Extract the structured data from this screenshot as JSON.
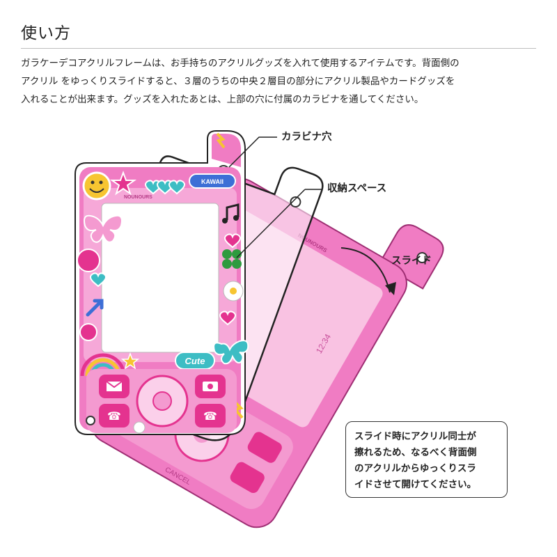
{
  "heading": "使い方",
  "description": {
    "line1": "ガラケーデコアクリルフレームは、お手持ちのアクリルグッズを入れて使用するアイテムです。背面側の",
    "line2": "アクリル をゆっくりスライドすると、３層のうちの中央２層目の部分にアクリル製品やカードグッズを",
    "line3": "入れることが出来ます。グッズを入れたあとは、上部の穴に付属のカラビナを通してください。"
  },
  "labels": {
    "carabiner_hole": "カラビナ穴",
    "storage_space": "収納スペース",
    "slide": "スライド"
  },
  "note": {
    "line1": "スライド時にアクリル同士が",
    "line2": "擦れるため、なるべく背面側",
    "line3": "のアクリルからゆっくりスラ",
    "line4": "イドさせて開けてください。"
  },
  "phone_text": {
    "brand": "NOUNOURS",
    "kawaii": "KAWAII",
    "cute": "Cute",
    "cancel": "CANCEL",
    "time": "12:34"
  },
  "colors": {
    "frame_pink": "#f07cc3",
    "frame_light": "#fbd0ea",
    "accent_hot_pink": "#e4338f",
    "teal_heart": "#3dbdc4",
    "outline": "#222222"
  }
}
